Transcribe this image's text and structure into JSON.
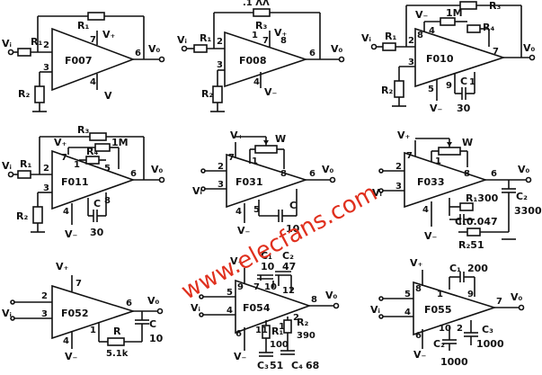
{
  "watermark": "www.elecfans.com",
  "stray_label": ".1 ΛΛ",
  "circuits": [
    {
      "chip": "F007",
      "labels": {
        "r1": "R₁",
        "r2": "R₂",
        "r3": "R₁",
        "vi": "Vᵢ",
        "vo": "V₀",
        "vplus": "V₊",
        "vminus": "V",
        "p2": "2",
        "p3": "3",
        "p7": "7",
        "p6": "6",
        "p4": "4"
      }
    },
    {
      "chip": "F008",
      "labels": {
        "r1": "R₁",
        "r2": "R₂",
        "r3": "R₃",
        "vi": "Vᵢ",
        "vo": "V₀",
        "vplus": "V₊",
        "vminus": "V₋",
        "p2": "2",
        "p3": "3",
        "p7": "7",
        "p6": "6",
        "p4": "4",
        "p1": "1",
        "p8": "8"
      }
    },
    {
      "chip": "F010",
      "labels": {
        "r1": "R₁",
        "r2": "R₂",
        "r3": "R₃",
        "r4": "R₄",
        "vi": "Vᵢ",
        "vo": "V₀",
        "vminus_top": "V₋",
        "vminus": "V₋",
        "m1": "1M",
        "c": "C",
        "cval": "30",
        "p2": "2",
        "p3": "3",
        "p8": "8",
        "p4": "4",
        "p7": "7",
        "p5": "5",
        "p9": "9",
        "p1": "1"
      }
    },
    {
      "chip": "F011",
      "labels": {
        "r1": "R₁",
        "r2": "R₂",
        "r3": "R₃",
        "r4": "R₄",
        "vi": "Vᵢ",
        "vo": "V₀",
        "vplus": "V₊",
        "vminus": "V₋",
        "m1": "1M",
        "c": "C",
        "cval": "30",
        "p2": "2",
        "p3": "3",
        "p7": "7",
        "p1": "1",
        "p5": "5",
        "p6": "6",
        "p4": "4",
        "p8": "8"
      }
    },
    {
      "chip": "F031",
      "labels": {
        "w": "W",
        "vi": "Vᵢ",
        "vo": "V₀",
        "vplus": "V₊",
        "vminus": "V₋",
        "c": "C",
        "cval": "10",
        "p7": "7",
        "p1": "1",
        "p8": "8",
        "p2": "2",
        "p3": "3",
        "p6": "6",
        "p4": "4",
        "p5": "5"
      }
    },
    {
      "chip": "F033",
      "labels": {
        "w": "W",
        "vi": "Vᵢ",
        "vo": "V₀",
        "vplus": "V₊",
        "vminus": "V₋",
        "r1": "R₁300",
        "c1": "C₁0.047",
        "r2": "R₂51",
        "c2": "C₂",
        "c2val": "3300",
        "p7": "7",
        "p1": "1",
        "p8": "8",
        "p2": "2",
        "p3": "3",
        "p6": "6",
        "p4": "4"
      }
    },
    {
      "chip": "F052",
      "labels": {
        "vi": "Vᵢ",
        "vo": "V₀",
        "vplus": "V₊",
        "vminus": "V₋",
        "r": "R",
        "rval": "5.1k",
        "c": "C",
        "cval": "10",
        "p2": "2",
        "p3": "3",
        "p7": "7",
        "p6": "6",
        "p4": "4",
        "p1": "1"
      }
    },
    {
      "chip": "F054",
      "labels": {
        "vi": "Vᵢ",
        "vo": "V₀",
        "vplus": "V₊",
        "vminus": "V₋",
        "c1": "C₁",
        "c1val": "10",
        "c2": "C₂",
        "c2val": "47",
        "r1": "R₁",
        "r1val": "100",
        "r2": "R₂",
        "r2val": "390",
        "c3": "C₃",
        "c3val": "51",
        "c4": "C₄",
        "c4val": "68",
        "p9": "9",
        "p5": "5",
        "p4": "4",
        "p6": "6",
        "p8": "8",
        "p7": "7",
        "p10": "10",
        "p12": "12",
        "p11": "11",
        "p1": "1",
        "p2": "2"
      }
    },
    {
      "chip": "F055",
      "labels": {
        "vi": "Vᵢ",
        "vo": "V₀",
        "vplus": "V₊",
        "vminus": "V₋",
        "c1": "C₁",
        "c1val": "200",
        "c2": "C₂",
        "c2val": "1000",
        "c3": "C₃",
        "c3val": "1000",
        "p8": "8",
        "p5": "5",
        "p4": "4",
        "p6": "6",
        "p7": "7",
        "p1": "1",
        "p2": "2",
        "p9": "9",
        "p10": "10"
      }
    }
  ]
}
